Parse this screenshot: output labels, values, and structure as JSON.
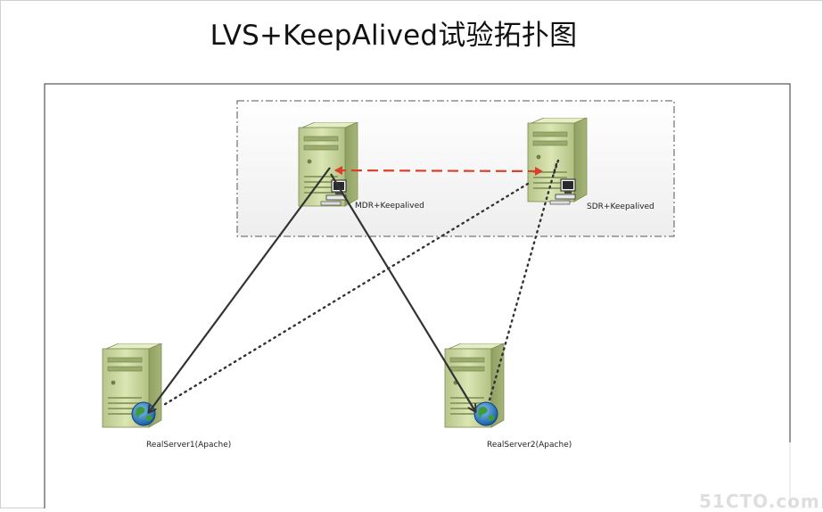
{
  "title": "LVS+KeepAlived试验拓扑图",
  "nodes": {
    "mdr": "MDR+Keepalived",
    "sdr": "SDR+Keepalived",
    "real1": "RealServer1(Apache)",
    "real2": "RealServer2(Apache)"
  },
  "watermark": "51CTO.com",
  "colors": {
    "heartbeat_arrow": "#d9402a",
    "active_link": "#333333",
    "standby_link": "#333333",
    "server_body": "#c8d59a",
    "globe": "#1a6fb5"
  }
}
